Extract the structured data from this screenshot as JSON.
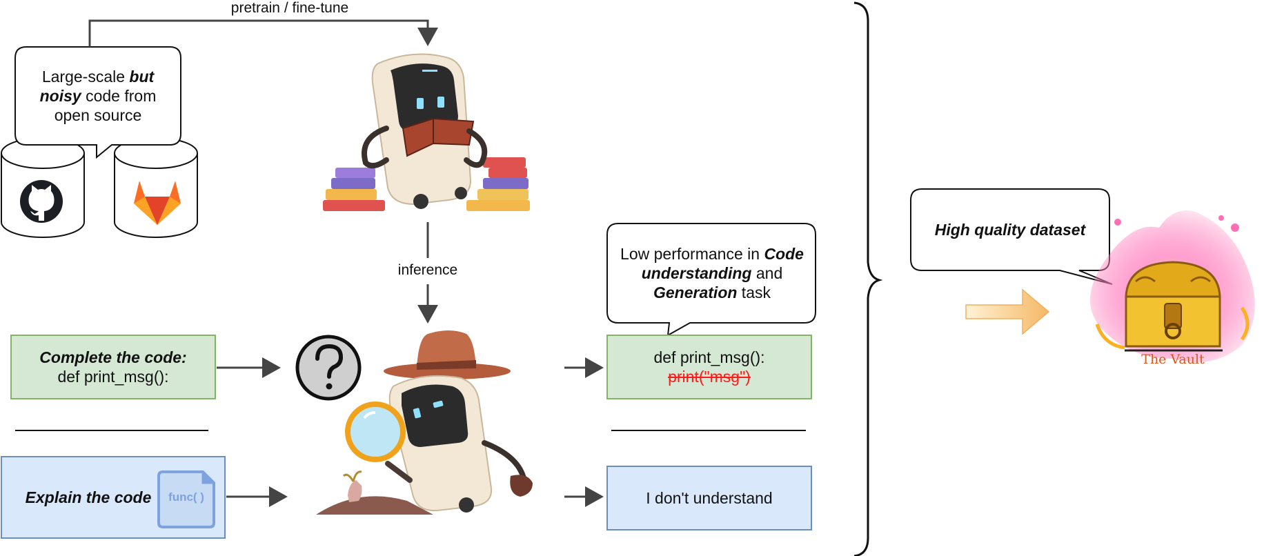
{
  "labels": {
    "pretrain": "pretrain / fine-tune",
    "inference": "inference"
  },
  "source_bubble": {
    "line1_plain": "Large-scale ",
    "line1_bold": "but",
    "line2_bold": "noisy",
    "line2_plain": " code from",
    "line3": "open source"
  },
  "perf_bubble": {
    "l1_plain": "Low performance in ",
    "l1_bold": "Code",
    "l2_bold": "understanding",
    "l2_plain": " and",
    "l3_bold": "Generation",
    "l3_plain": " task"
  },
  "task_complete": {
    "title": "Complete the code:",
    "code": "def print_msg():"
  },
  "task_explain": {
    "title": "Explain the code",
    "icon_text": "func( )"
  },
  "result_complete": {
    "code": "def print_msg():",
    "struck": "print(\"msg\")"
  },
  "result_explain": {
    "text": "I don't understand"
  },
  "dataset_bubble": {
    "text": "High quality dataset"
  },
  "vault": {
    "caption": "The Vault"
  },
  "colors": {
    "green_fill": "#d5e8d4",
    "green_stroke": "#82b366",
    "blue_fill": "#dae8fc",
    "blue_stroke": "#6c8ebf",
    "arrow": "#444444",
    "strike_red": "#ff1a1a",
    "orange_arrow": "#f6c68a"
  },
  "icons": [
    "github-icon",
    "gitlab-icon",
    "robot-reading-illustration",
    "question-icon",
    "robot-detective-illustration",
    "code-file-icon",
    "treasure-chest-icon"
  ]
}
